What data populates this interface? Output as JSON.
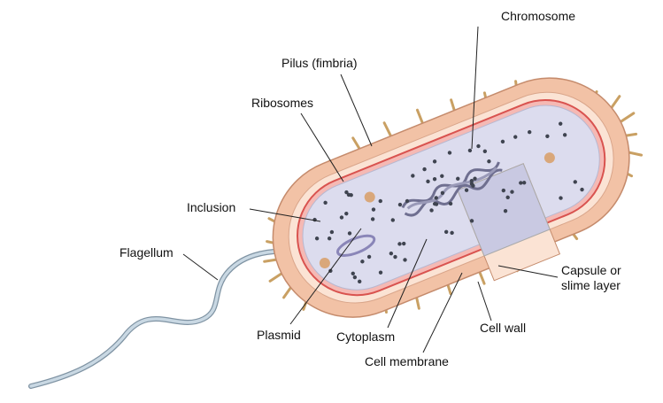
{
  "labels": {
    "chromosome": "Chromosome",
    "pilus": "Pilus (fimbria)",
    "ribosomes": "Ribosomes",
    "inclusion": "Inclusion",
    "flagellum": "Flagellum",
    "plasmid": "Plasmid",
    "cytoplasm": "Cytoplasm",
    "cell_membrane": "Cell membrane",
    "cell_wall": "Cell wall",
    "capsule_line1": "Capsule or",
    "capsule_line2": "slime layer"
  },
  "colors": {
    "capsule": "#f2c2a6",
    "wall": "#fbe3d4",
    "membrane": "#d9534f",
    "cytoplasm": "#dcdcee",
    "chromosome": "#7f7f9e",
    "pilus": "#c9a063",
    "flagellum": "#a9bfd0"
  }
}
